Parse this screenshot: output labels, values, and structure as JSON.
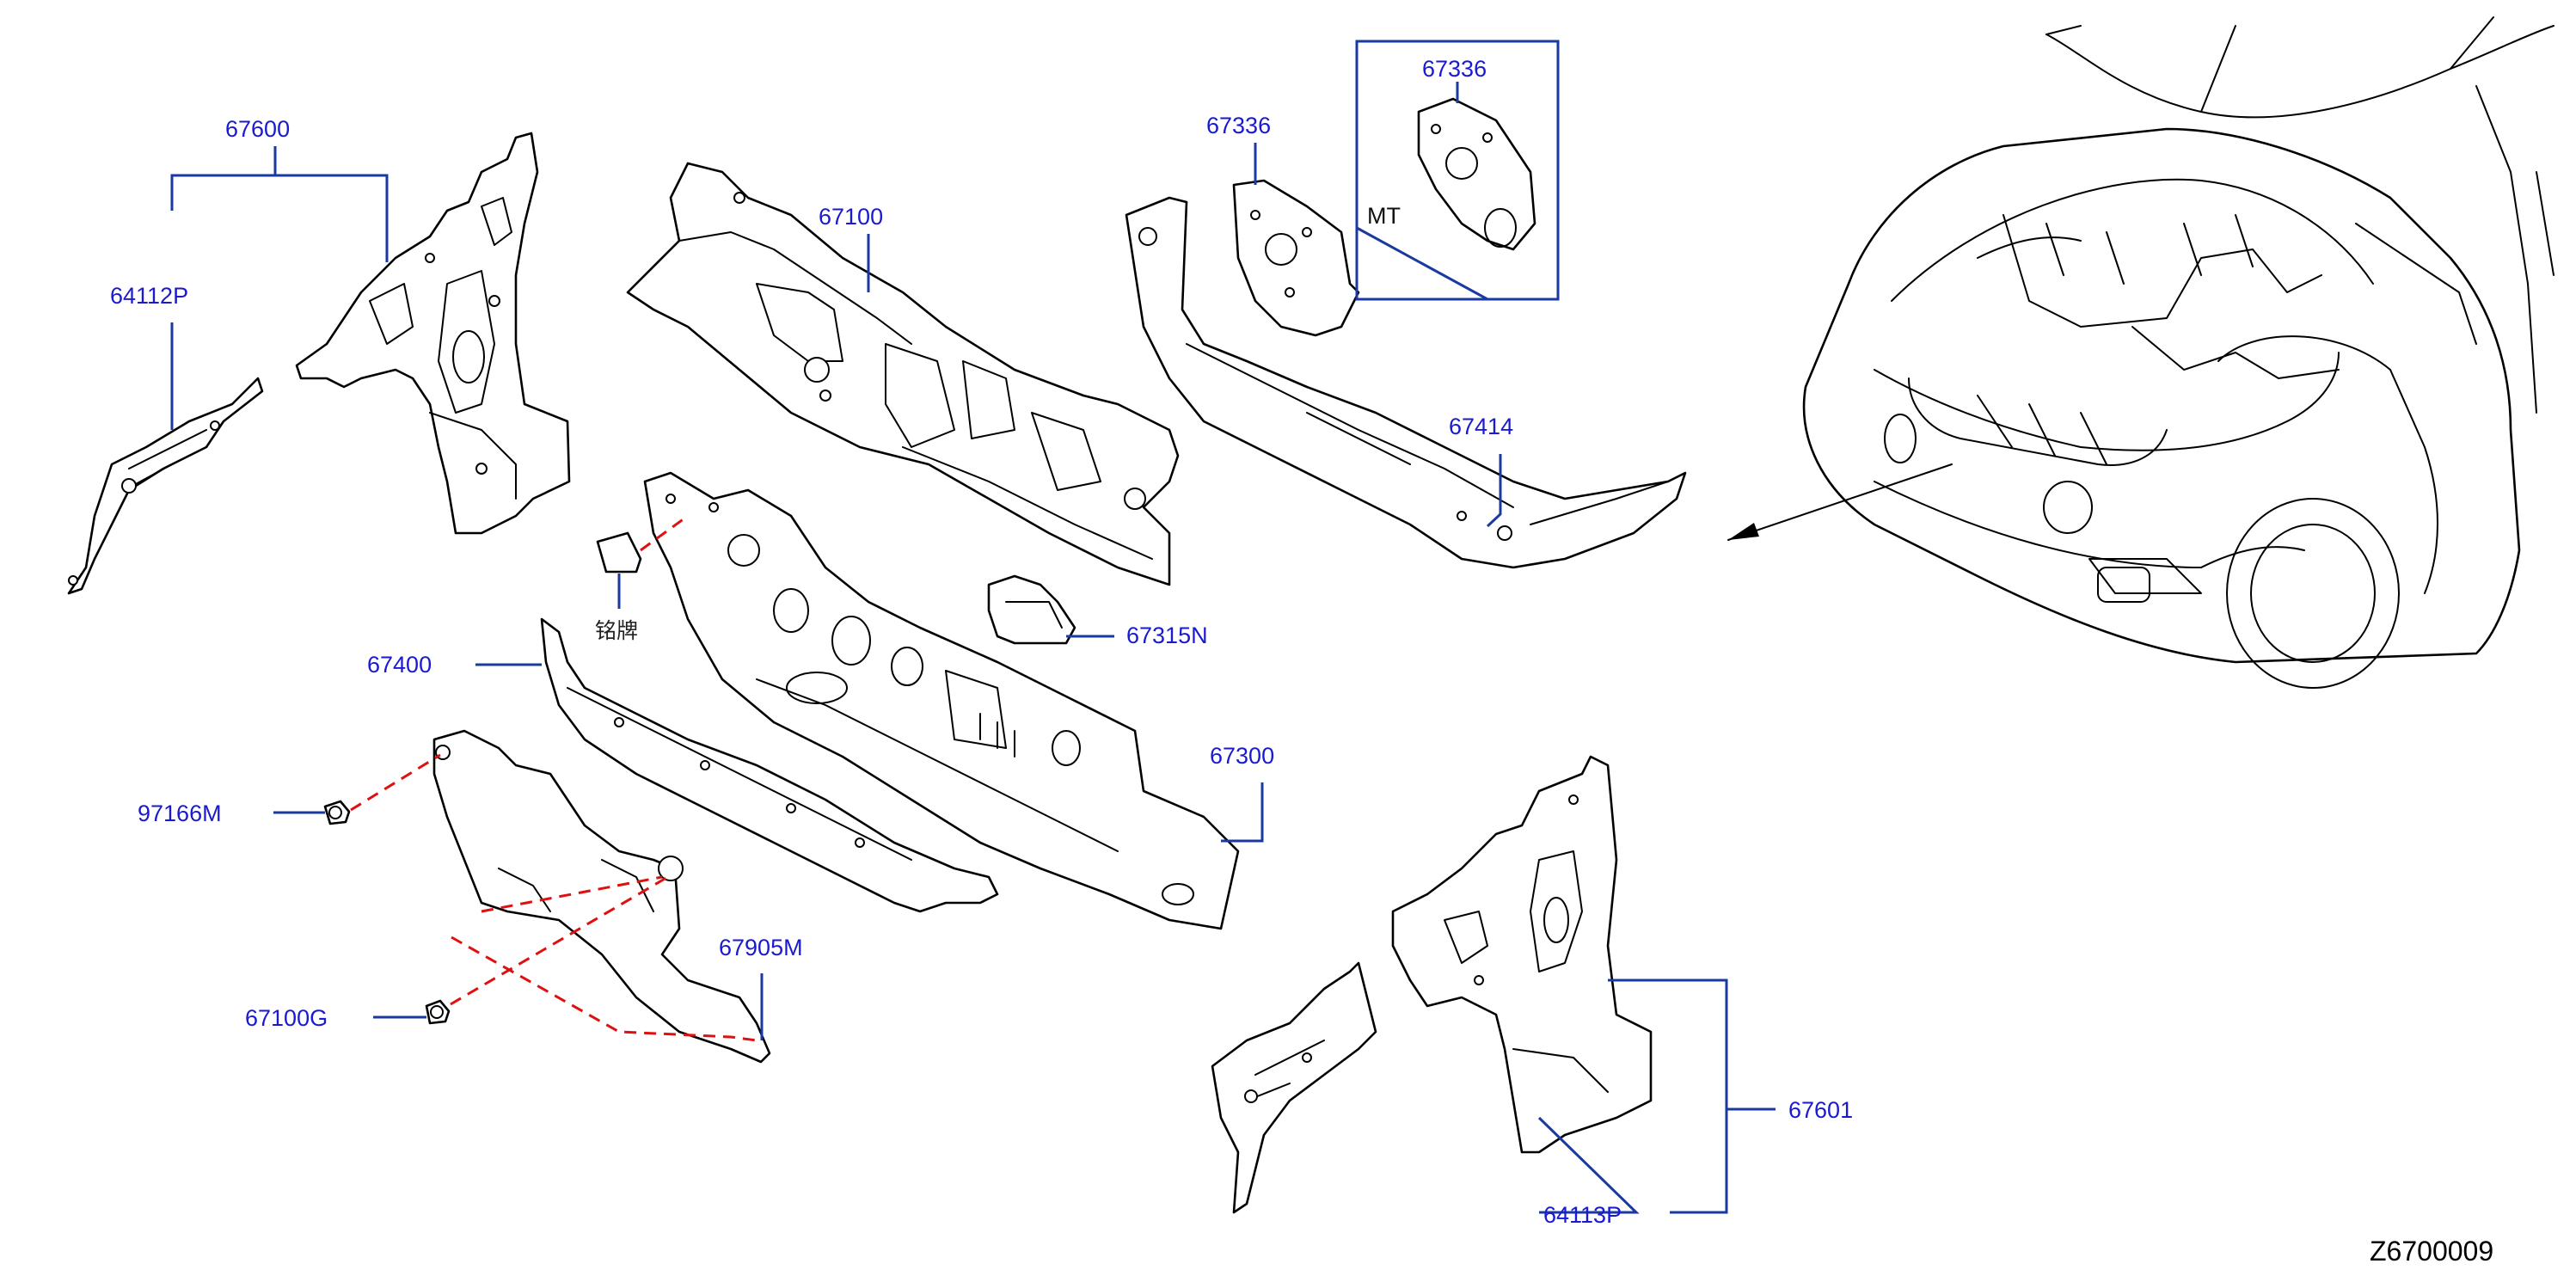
{
  "diagram": {
    "code": "Z6700009",
    "colors": {
      "callout": "#1a1ad0",
      "leader": "#1a3aa0",
      "link": "#e01010",
      "line": "#000000"
    },
    "callouts": {
      "p67600": "67600",
      "p64112P": "64112P",
      "p67100": "67100",
      "p67336a": "67336",
      "p67336b": "67336",
      "mt": "MT",
      "p67414": "67414",
      "p67315N": "67315N",
      "p67400": "67400",
      "nameplate": "铭牌",
      "p67300": "67300",
      "p97166M": "97166M",
      "p67905M": "67905M",
      "p67100G": "67100G",
      "p67601": "67601",
      "p64113P": "64113P"
    }
  }
}
